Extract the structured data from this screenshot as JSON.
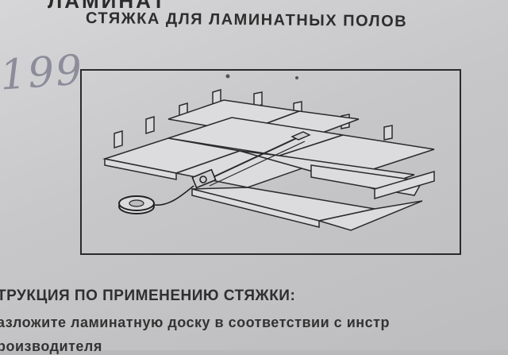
{
  "page": {
    "top_cut_text": "ЛАМИНАТ",
    "title": "СТЯЖКА ДЛЯ ЛАМИНАТНЫХ ПОЛОВ",
    "handwritten_price": "199",
    "instructions": {
      "heading": "ТРУКЦИЯ ПО ПРИМЕНЕНИЮ СТЯЖКИ:",
      "line1": "азложите ламинатную доску в соответствии с инстр",
      "line2": "роизводителя"
    }
  }
}
